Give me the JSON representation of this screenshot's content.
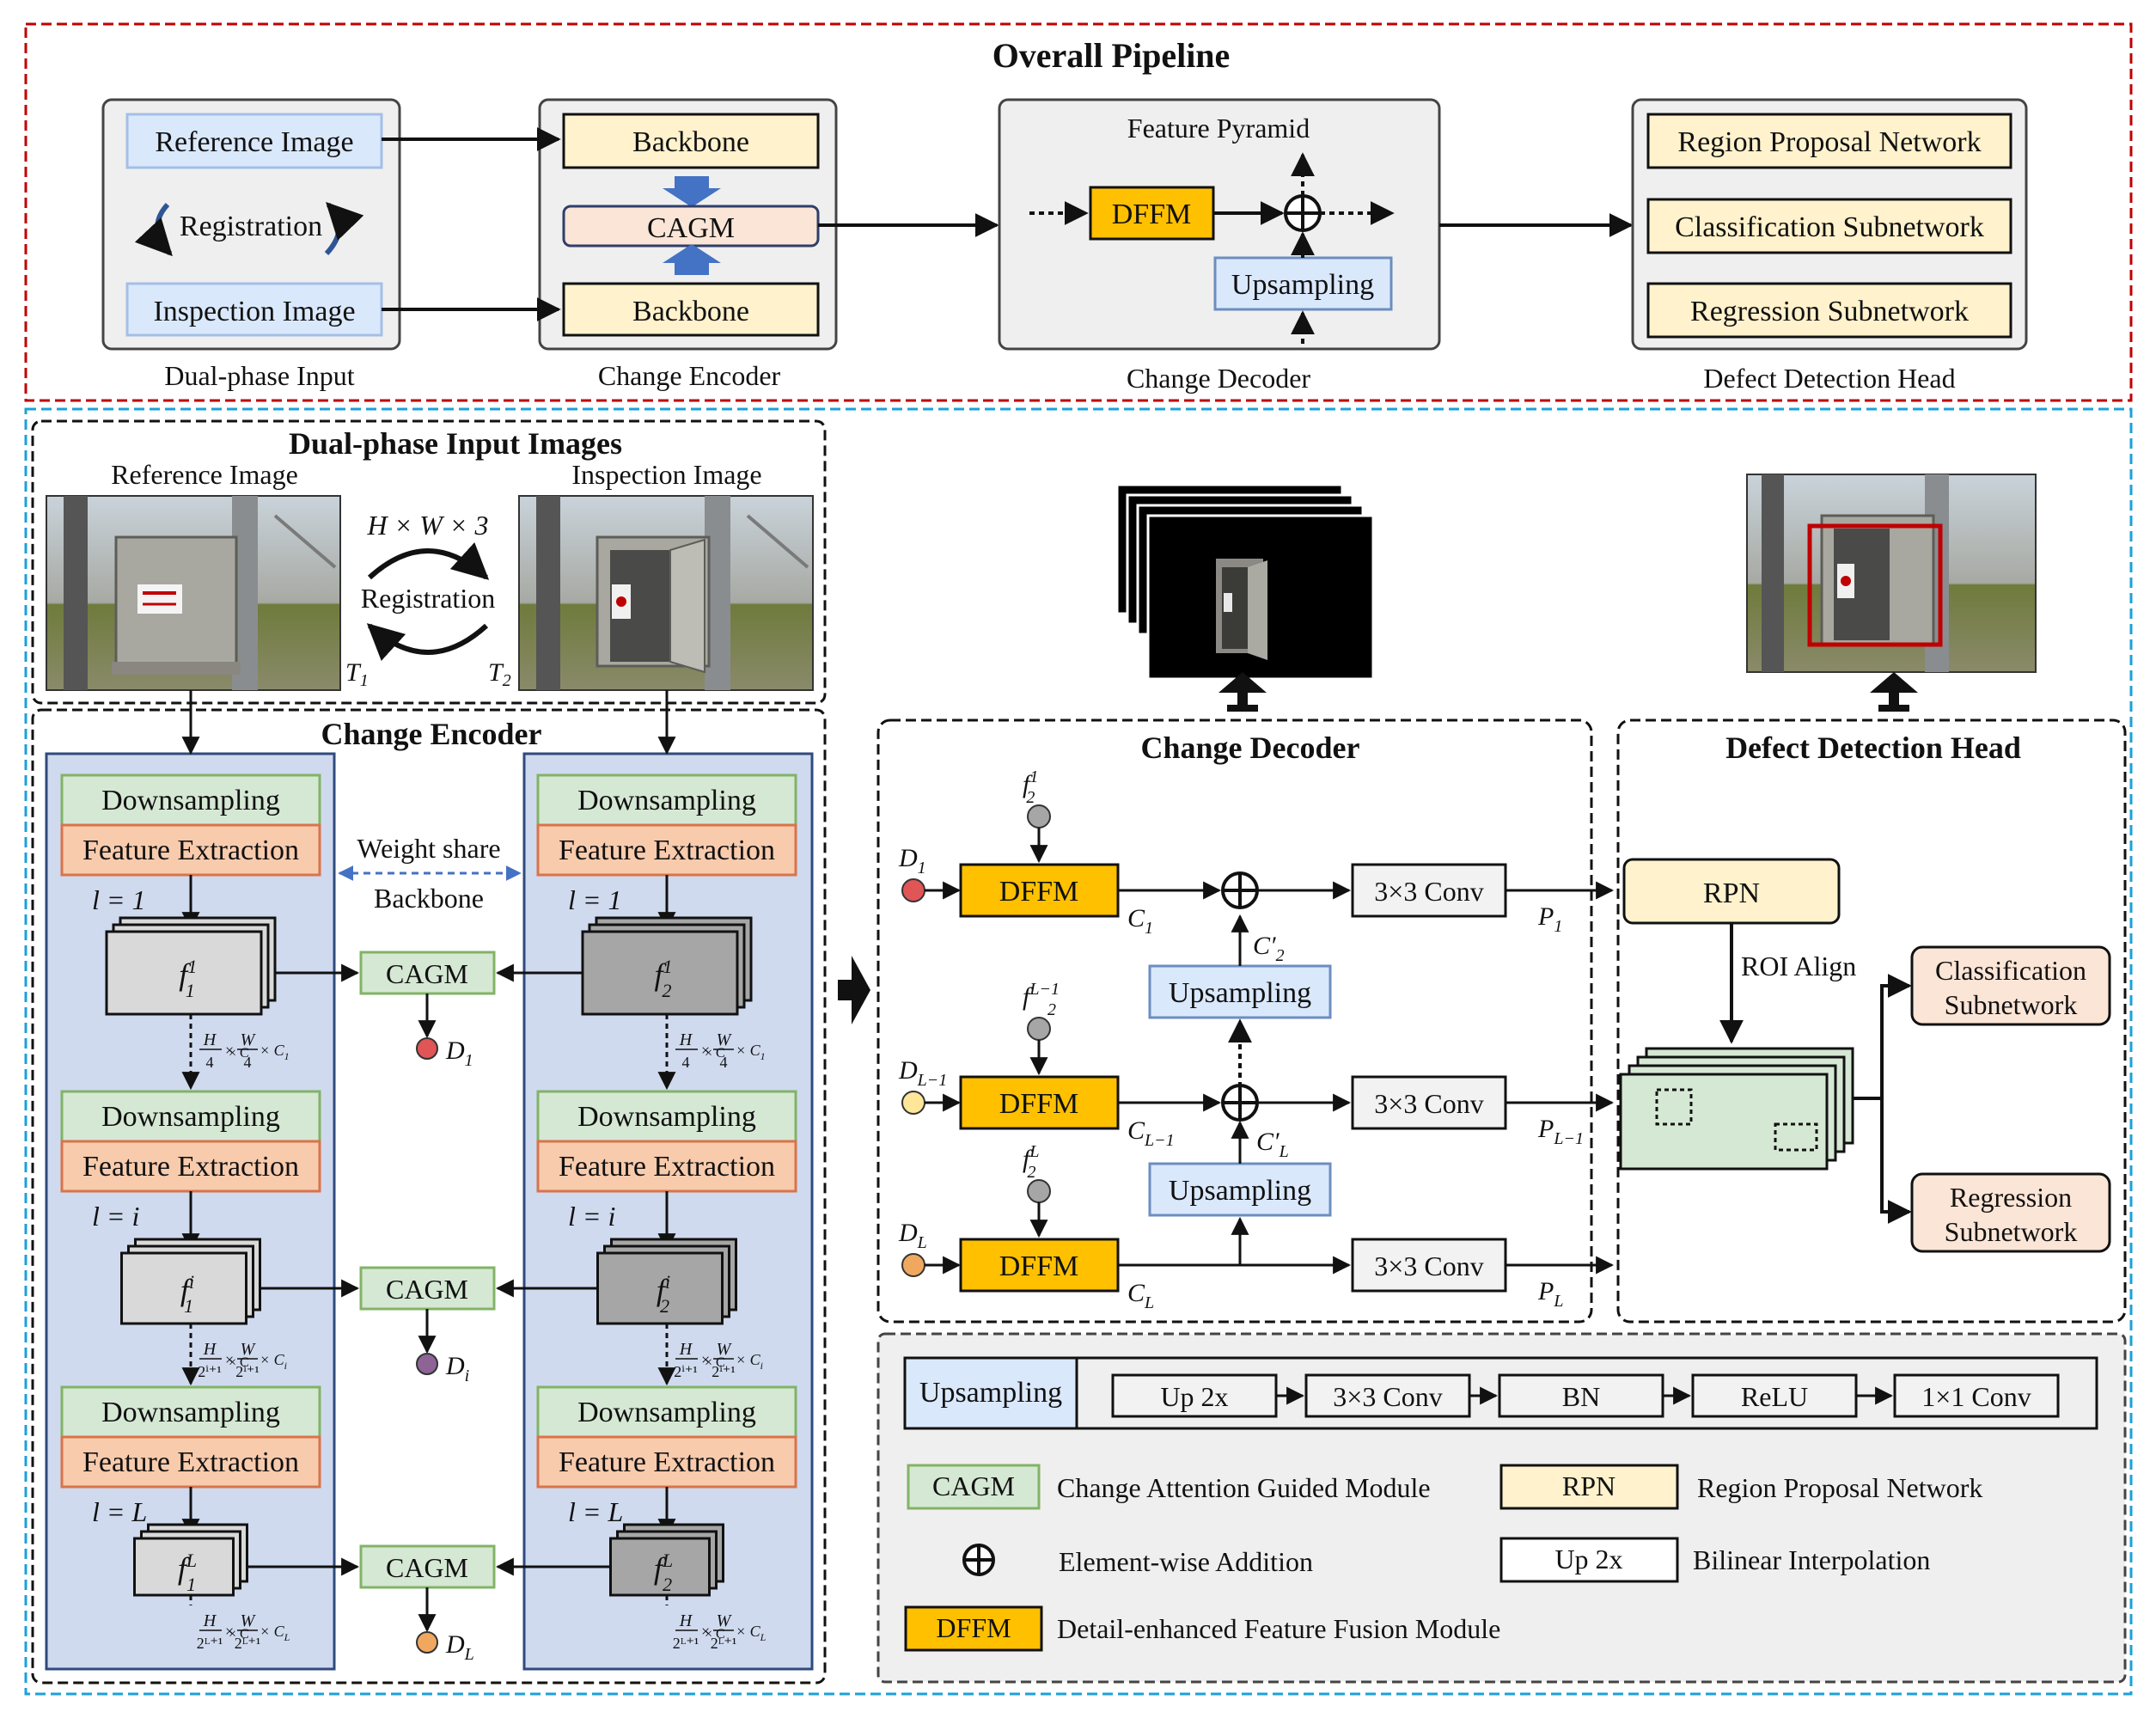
{
  "pipeline": {
    "title": "Overall Pipeline",
    "input": {
      "ref": "Reference Image",
      "reg": "Registration",
      "insp": "Inspection Image",
      "caption": "Dual-phase Input"
    },
    "encoder": {
      "backbone": "Backbone",
      "cagm": "CAGM",
      "caption": "Change Encoder"
    },
    "decoder": {
      "pyramid": "Feature Pyramid",
      "dffm": "DFFM",
      "upsampling": "Upsampling",
      "caption": "Change Decoder"
    },
    "head": {
      "rpn": "Region Proposal Network",
      "cls": "Classification Subnetwork",
      "reg": "Regression Subnetwork",
      "caption": "Defect Detection Head"
    }
  },
  "inputs": {
    "title": "Dual-phase Input Images",
    "ref_label": "Reference Image",
    "insp_label": "Inspection Image",
    "dims": "H × W × 3",
    "registration": "Registration",
    "t1": "T",
    "t1_sub": "1",
    "t2": "T",
    "t2_sub": "2"
  },
  "encoder": {
    "title": "Change Encoder",
    "downsampling": "Downsampling",
    "feature_extraction": "Feature Extraction",
    "weight_share": "Weight share",
    "backbone": "Backbone",
    "cagm": "CAGM",
    "levels": [
      {
        "l": "l = 1",
        "f1": "f",
        "f1_sup": "1",
        "f2_sup": "1",
        "d": "D",
        "d_sub": "1",
        "dim_h": "H",
        "dim_hd": "4",
        "dim_w": "W",
        "dim_wd": "4",
        "dim_c": "× C",
        "dim_c_sub": "1"
      },
      {
        "l": "l = i",
        "f1": "f",
        "f1_sup": "i",
        "f2_sup": "i",
        "d": "D",
        "d_sub": "i",
        "dim_h": "H",
        "dim_hd": "2ⁱ⁺¹",
        "dim_w": "W",
        "dim_wd": "2ⁱ⁺¹",
        "dim_c": "× C",
        "dim_c_sub": "i"
      },
      {
        "l": "l = L",
        "f1": "f",
        "f1_sup": "L",
        "f2_sup": "L",
        "d": "D",
        "d_sub": "L",
        "dim_h": "H",
        "dim_hd": "2ᴸ⁺¹",
        "dim_w": "W",
        "dim_wd": "2ᴸ⁺¹",
        "dim_c": "× C",
        "dim_c_sub": "L"
      }
    ]
  },
  "decoder": {
    "title": "Change Decoder",
    "dffm": "DFFM",
    "conv": "3×3 Conv",
    "upsampling": "Upsampling",
    "rows": [
      {
        "d": "D",
        "d_sub": "1",
        "f_sup": "1",
        "c": "C",
        "c_sub": "1",
        "p": "P",
        "p_sub": "1"
      },
      {
        "d": "D",
        "d_sub": "L−1",
        "f_sup": "L−1",
        "c": "C",
        "c_sub": "L−1",
        "p": "P",
        "p_sub": "L−1"
      },
      {
        "d": "D",
        "d_sub": "L",
        "f_sup": "L",
        "c": "C",
        "c_sub": "L",
        "p": "P",
        "p_sub": "L"
      }
    ],
    "c2p": "C′",
    "c2p_sub": "2",
    "clp": "C′",
    "clp_sub": "L",
    "f2": "f",
    "f2_sub": "2"
  },
  "head": {
    "title": "Defect Detection Head",
    "rpn": "RPN",
    "roi": "ROI Align",
    "cls1": "Classification",
    "cls2": "Subnetwork",
    "reg1": "Regression",
    "reg2": "Subnetwork"
  },
  "legend": {
    "upsampling": "Upsampling",
    "steps": [
      "Up 2x",
      "3×3 Conv",
      "BN",
      "ReLU",
      "1×1 Conv"
    ],
    "cagm": "CAGM",
    "cagm_desc": "Change Attention Guided Module",
    "rpn": "RPN",
    "rpn_desc": "Region Proposal Network",
    "add_desc": "Element-wise Addition",
    "up2x": "Up 2x",
    "up2x_desc": "Bilinear Interpolation",
    "dffm": "DFFM",
    "dffm_desc": "Detail-enhanced Feature Fusion Module"
  },
  "colors": {
    "red_frame": "#c00000",
    "blue_frame": "#1ba1d9",
    "green": "#d5e8d4",
    "green_edge": "#82b366",
    "orange": "#f8cbad",
    "orange_edge": "#d9734a",
    "yellow": "#fff2cc",
    "dffm": "#ffc000",
    "blue_box": "#dae8fc",
    "blue_edge": "#6c8ebf",
    "panel_gray": "#efefef",
    "enc_col": "#cfdaef"
  }
}
